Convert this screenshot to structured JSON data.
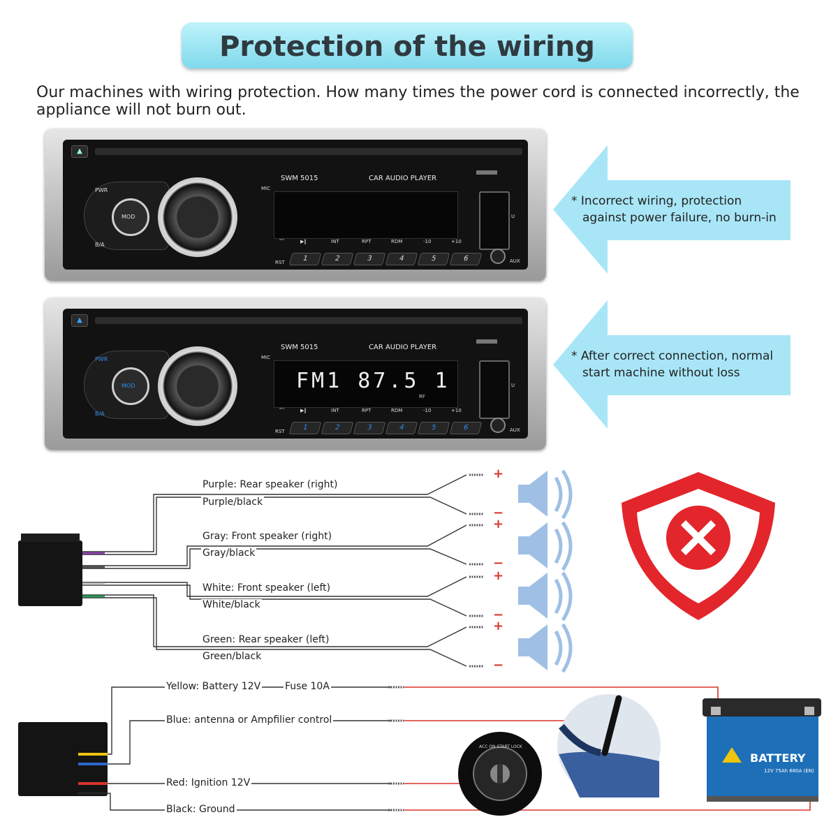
{
  "title": "Protection of the wiring",
  "intro": "Our machines with wiring protection. How many times the power cord is connected incorrectly, the appliance will not burn out.",
  "radio": {
    "model": "SWM  5015",
    "caption": "CAR AUDIO PLAYER",
    "mic": "MIC",
    "ir": "IR",
    "rst": "RST",
    "usb": "U",
    "aux": "AUX",
    "pwr": "PWR",
    "mod": "MOD",
    "ba": "B/A",
    "functions": [
      "▶‖",
      "INT",
      "RPT",
      "RDM",
      "-10",
      "+10"
    ],
    "presets": [
      "1",
      "2",
      "3",
      "4",
      "5",
      "6"
    ],
    "frequency": "FM1  87.5   1",
    "rf": "RF"
  },
  "notes": {
    "incorrect_line1": "* Incorrect wiring, protection",
    "incorrect_line2": "against power failure, no burn-in",
    "correct_line1": "* After correct connection, normal",
    "correct_line2": "start machine without loss"
  },
  "speakers": {
    "plus": "+",
    "minus": "−",
    "purple": "Purple: Rear speaker (right)",
    "purple_black": "Purple/black",
    "gray": "Gray: Front speaker (right)",
    "gray_black": "Gray/black",
    "white": "White: Front speaker (left)",
    "white_black": "White/black",
    "green": "Green: Rear speaker (left)",
    "green_black": "Green/black"
  },
  "power": {
    "yellow": "Yellow: Battery 12V",
    "fuse": "Fuse 10A",
    "blue": "Blue: antenna or Ampfilier control",
    "red": "Red: Ignition 12V",
    "black": "Black: Ground",
    "battery": "BATTERY",
    "battery_spec": "12V 75Ah 680A (EN)",
    "key": "ACC ON START LOCK"
  },
  "colors": {
    "accent": "#7fd9ec",
    "arrow": "#a8e6f7",
    "red_wire": "#d9342b",
    "shield": "#e2262b",
    "battery_body": "#1d6fb8",
    "button_blue": "#2f8ef0"
  },
  "icons": [
    "eject-icon",
    "speaker-icon",
    "shield-x-icon",
    "battery-icon",
    "antenna-icon",
    "ignition-key-icon"
  ]
}
